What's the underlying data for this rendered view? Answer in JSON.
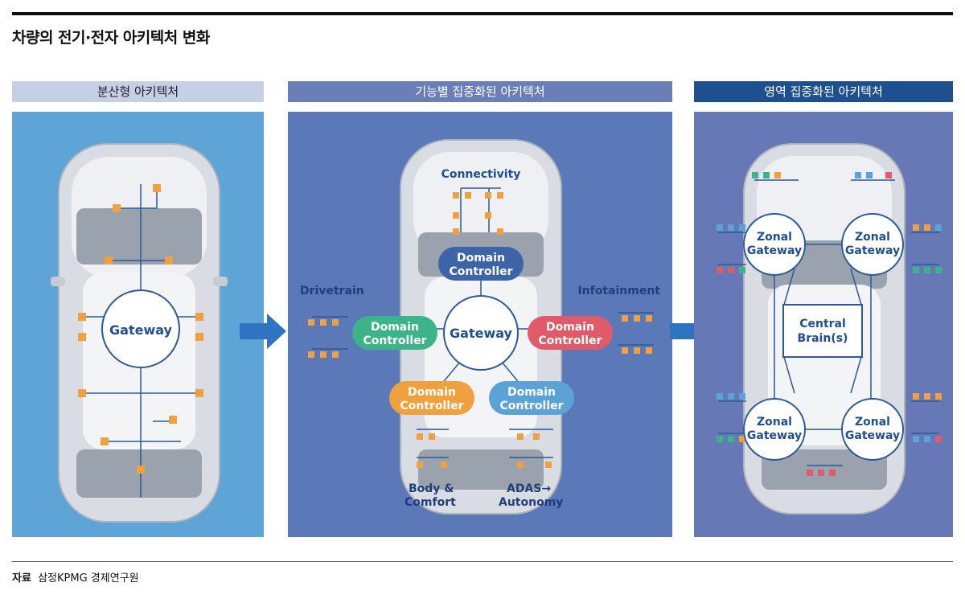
{
  "title": "차량의 전기·전자 아키텍처 변화",
  "panels": [
    {
      "header": "분산형 아키텍처",
      "gateway": "Gateway"
    },
    {
      "header": "기능별 집중화된 아키텍처",
      "gateway": "Gateway",
      "domain_controller_line1": "Domain",
      "domain_controller_line2": "Controller",
      "connectivity": "Connectivity",
      "drivetrain": "Drivetrain",
      "infotainment": "Infotainment",
      "body_comfort_line1": "Body &",
      "body_comfort_line2": "Comfort",
      "adas_line1": "ADAS→",
      "adas_line2": "Autonomy"
    },
    {
      "header": "영역 집중화된 아키텍처",
      "zonal_line1": "Zonal",
      "zonal_line2": "Gateway",
      "central_line1": "Central",
      "central_line2": "Brain(s)"
    }
  ],
  "source": {
    "label": "자료",
    "text": "삼정KPMG 경제연구원"
  },
  "colors": {
    "orange": "#f0a03c",
    "green": "#3db38a",
    "red": "#e05a6a",
    "navy": "#1f4e92",
    "light_blue": "#5ba3d6",
    "domain_blue": "#3d63a8"
  }
}
